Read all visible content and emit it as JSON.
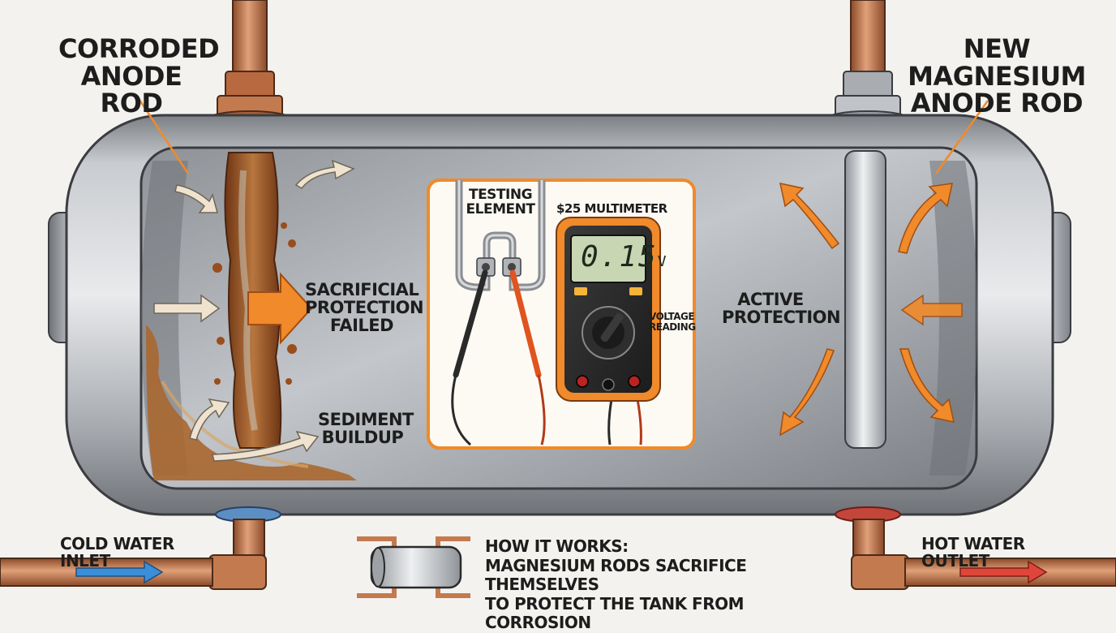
{
  "labels": {
    "corroded_anode": [
      "CORRODED",
      "ANODE ROD"
    ],
    "new_anode": [
      "NEW MAGNESIUM",
      "ANODE ROD"
    ],
    "sacrificial": [
      "SACRIFICIAL",
      "PROTECTION",
      "FAILED"
    ],
    "sediment": [
      "SEDIMENT",
      "BUILDUP"
    ],
    "testing_element": [
      "TESTING",
      "ELEMENT"
    ],
    "multimeter": "$25 MULTIMETER",
    "voltage_reading": [
      "VOLTAGE",
      "READING"
    ],
    "active_protection": [
      "ACTIVE",
      "PROTECTION"
    ],
    "cold_inlet": "COLD WATER INLET",
    "hot_outlet": "HOT WATER OUTLET",
    "how_it_works": [
      "HOW IT WORKS:",
      "MAGNESIUM RODS SACRIFICE THEMSELVES",
      "TO PROTECT THE TANK FROM CORROSION"
    ]
  },
  "multimeter": {
    "value": "0.15",
    "unit": "V"
  },
  "colors": {
    "tank": "#a9adb2",
    "copper": "#c47a4f",
    "rust": "#a0521f",
    "orange_arrow": "#f08a2a",
    "cold": "#3a8fd8",
    "hot": "#e0453a",
    "cream_arrow": "#efe3cf"
  }
}
